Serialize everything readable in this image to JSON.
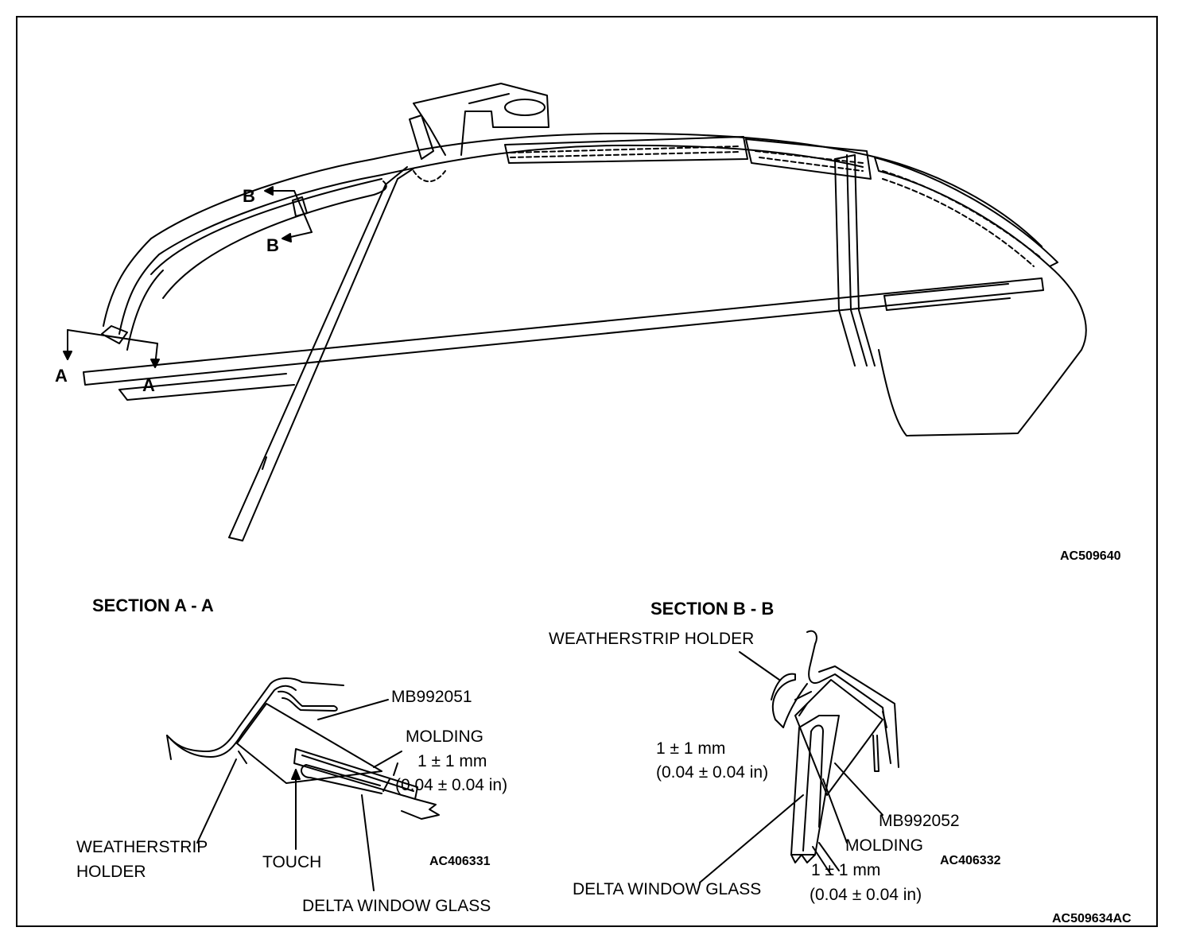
{
  "top_view": {
    "figure_id": "AC509640",
    "marker_a": "A",
    "marker_b": "B"
  },
  "section_a": {
    "title": "SECTION A - A",
    "labels": {
      "tool": "MB992051",
      "molding": "MOLDING",
      "gap_mm": "1 ± 1 mm",
      "gap_in": "(0.04 ± 0.04 in)",
      "holder_line1": "WEATHERSTRIP",
      "holder_line2": "HOLDER",
      "touch": "TOUCH",
      "glass": "DELTA WINDOW GLASS"
    },
    "figure_id": "AC406331"
  },
  "section_b": {
    "title": "SECTION B - B",
    "labels": {
      "holder": "WEATHERSTRIP HOLDER",
      "gap_mm": "1 ± 1 mm",
      "gap_in": "(0.04 ± 0.04 in)",
      "tool": "MB992052",
      "molding": "MOLDING",
      "gap2_mm": "1 ± 1 mm",
      "gap2_in": "(0.04 ± 0.04 in)",
      "glass": "DELTA WINDOW GLASS"
    },
    "figure_id": "AC406332"
  },
  "page_figure_id": "AC509634AC"
}
